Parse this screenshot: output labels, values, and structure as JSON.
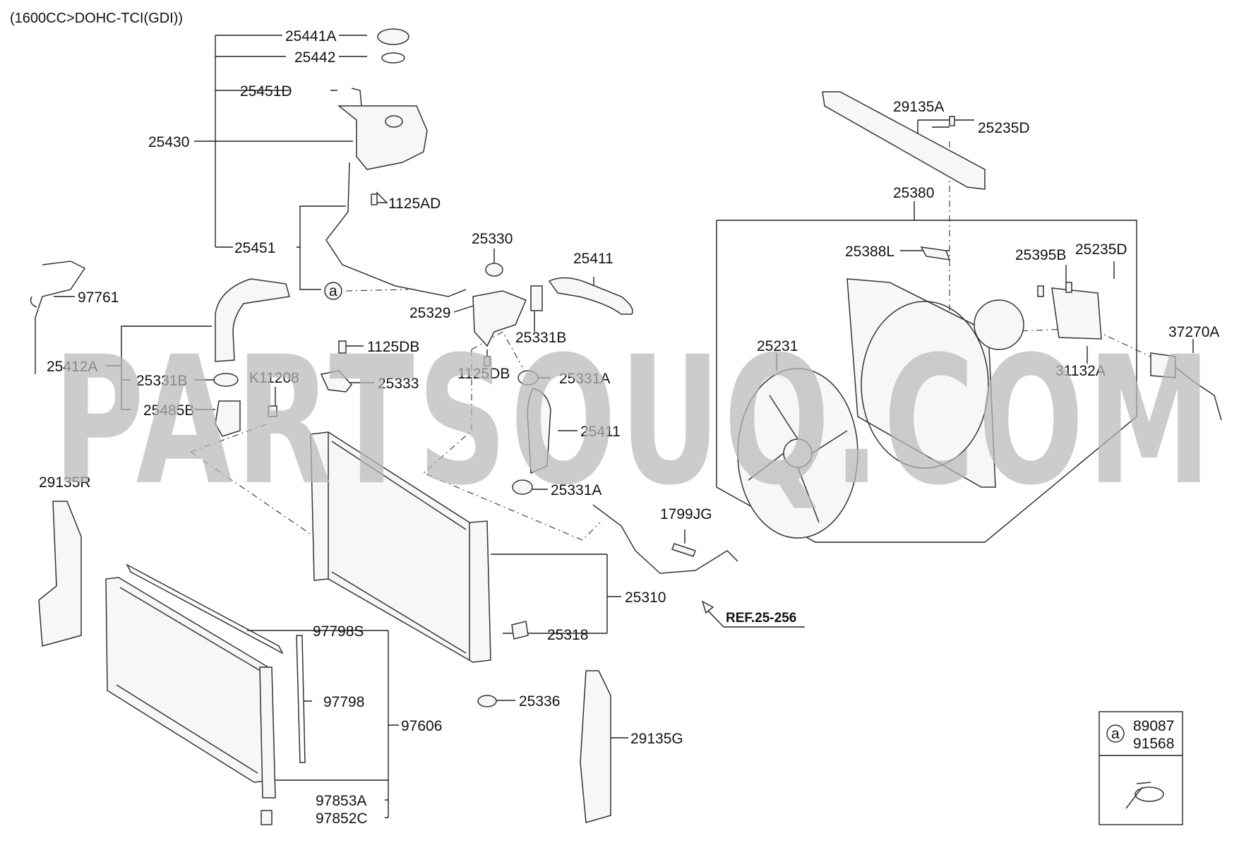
{
  "header": {
    "engine_spec": "(1600CC>DOHC-TCI(GDI))"
  },
  "watermark": "PARTSOUQ.COM",
  "reference": "REF.25-256",
  "callout_marker": "a",
  "legend": {
    "marker": "a",
    "codes": [
      "89087",
      "91568"
    ]
  },
  "parts": {
    "p25441A": "25441A",
    "p25442": "25442",
    "p25451D": "25451D",
    "p25430": "25430",
    "p1125AD": "1125AD",
    "p25451": "25451",
    "p25330": "25330",
    "p25411_top": "25411",
    "p25329": "25329",
    "p25331B_top": "25331B",
    "p97761": "97761",
    "p25412A": "25412A",
    "p25331B": "25331B",
    "pK11208": "K11208",
    "p25485B": "25485B",
    "p1125DB_a": "1125DB",
    "p25333": "25333",
    "p1125DB_b": "1125DB",
    "p25331A_a": "25331A",
    "p25411_mid": "25411",
    "p25331A_b": "25331A",
    "p1799JG": "1799JG",
    "p29135R": "29135R",
    "p25310": "25310",
    "p25318": "25318",
    "p97798S": "97798S",
    "p97798": "97798",
    "p97606": "97606",
    "p25336": "25336",
    "p29135G": "29135G",
    "p97853A": "97853A",
    "p97852C": "97852C",
    "p29135A": "29135A",
    "p25235D_top": "25235D",
    "p25380": "25380",
    "p25388L": "25388L",
    "p25395B": "25395B",
    "p25235D_mid": "25235D",
    "p25231": "25231",
    "p37270A": "37270A",
    "p31132A": "31132A"
  }
}
